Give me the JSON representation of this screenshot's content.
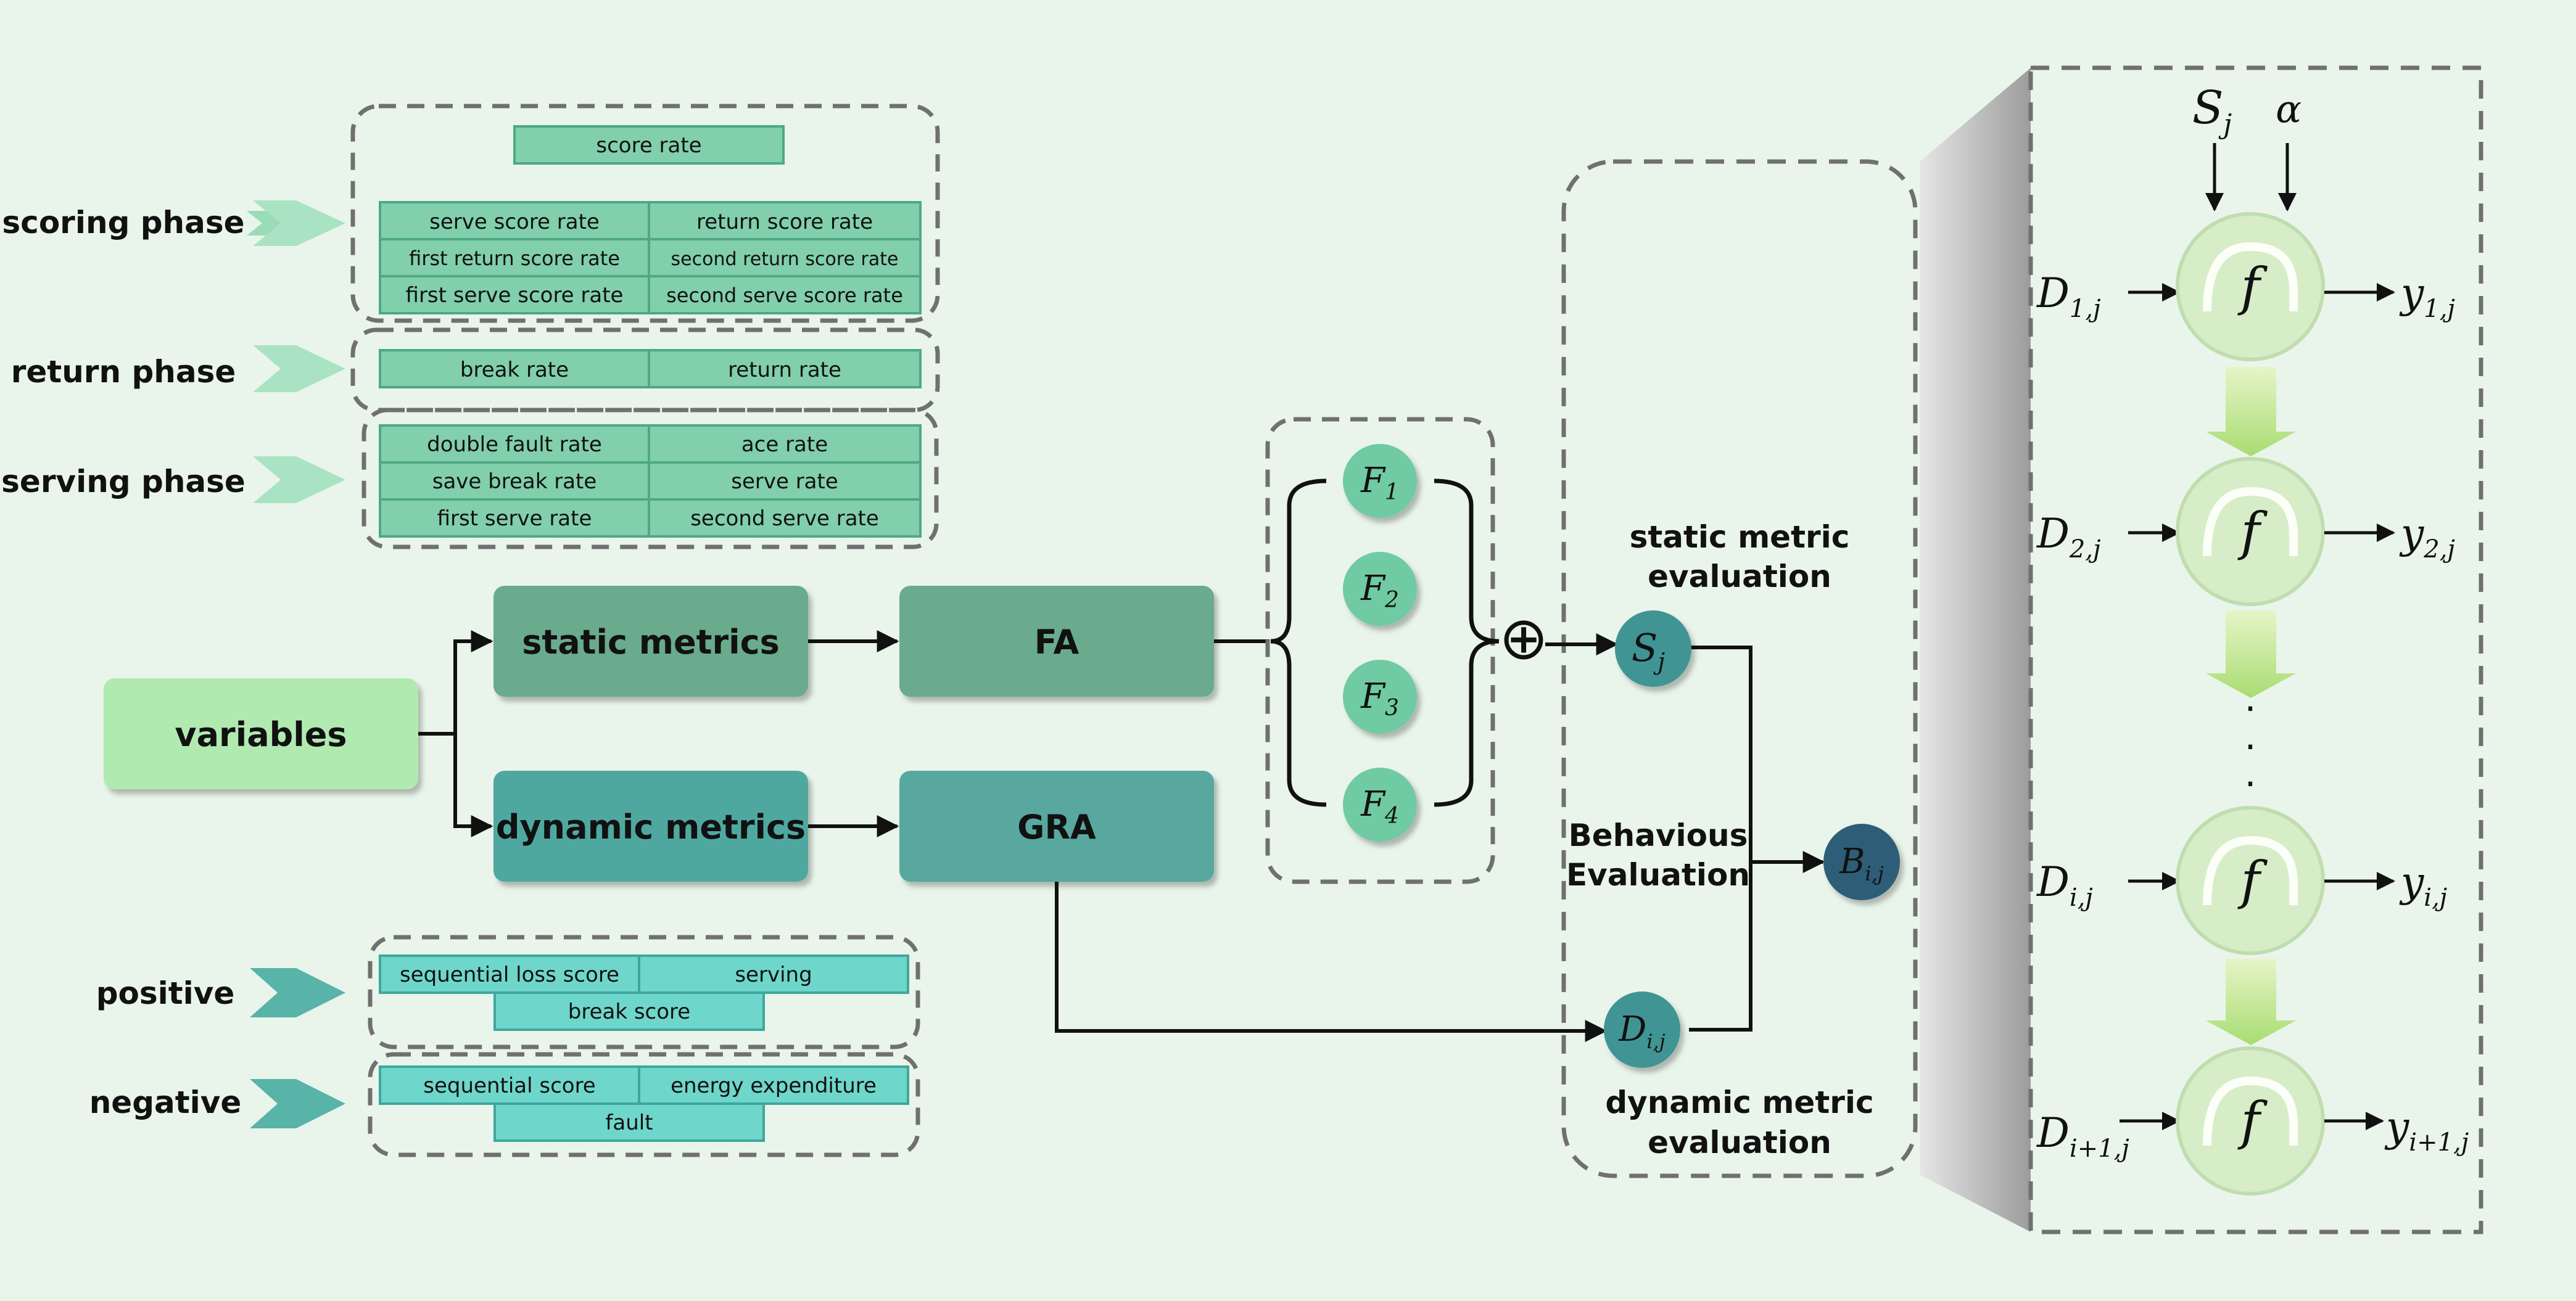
{
  "phases": {
    "scoring": "scoring phase",
    "return": "return phase",
    "serving": "serving phase",
    "positive": "positive",
    "negative": "negative"
  },
  "scoring_table": {
    "header": "score rate",
    "rows": [
      [
        "serve score rate",
        "return score rate"
      ],
      [
        "first return score rate",
        "second return score rate"
      ],
      [
        "first serve score rate",
        "second serve score rate"
      ]
    ]
  },
  "return_table": {
    "rows": [
      [
        "break rate",
        "return rate"
      ]
    ]
  },
  "serving_table": {
    "rows": [
      [
        "double fault rate",
        "ace rate"
      ],
      [
        "save break rate",
        "serve rate"
      ],
      [
        "first serve rate",
        "second serve rate"
      ]
    ]
  },
  "positive_table": {
    "row1": [
      "sequential loss score",
      "serving"
    ],
    "row2": "break score"
  },
  "negative_table": {
    "row1": [
      "sequential score",
      "energy expenditure"
    ],
    "row2": "fault"
  },
  "blocks": {
    "variables": "variables",
    "static_metrics": "static metrics",
    "dynamic_metrics": "dynamic metrics",
    "fa": "FA",
    "gra": "GRA"
  },
  "factors": {
    "f1": {
      "base": "F",
      "sub": "1"
    },
    "f2": {
      "base": "F",
      "sub": "2"
    },
    "f3": {
      "base": "F",
      "sub": "3"
    },
    "f4": {
      "base": "F",
      "sub": "4"
    }
  },
  "sum_symbol": "⊕",
  "evaluation": {
    "static_line1": "static metric",
    "static_line2": "evaluation",
    "behavious_line1": "Behavious",
    "behavious_line2": "Evaluation",
    "dynamic_line1": "dynamic metric",
    "dynamic_line2": "evaluation"
  },
  "nodes": {
    "s": {
      "base": "S",
      "sub": "j"
    },
    "d": {
      "base": "D",
      "sub": "i,j"
    },
    "b": {
      "base": "B",
      "sub": "i,j"
    }
  },
  "recurrent": {
    "top_s": {
      "base": "S",
      "sub": "j"
    },
    "alpha": "α",
    "f_symbol": "f",
    "ellipsis": "·",
    "rows": [
      {
        "in_base": "D",
        "in_sub": "1,j",
        "out_base": "y",
        "out_sub": "1,j"
      },
      {
        "in_base": "D",
        "in_sub": "2,j",
        "out_base": "y",
        "out_sub": "2,j"
      },
      {
        "in_base": "D",
        "in_sub": "i,j",
        "out_base": "y",
        "out_sub": "i,j"
      },
      {
        "in_base": "D",
        "in_sub": "i+1,j",
        "out_base": "y",
        "out_sub": "i+1,j"
      }
    ]
  }
}
